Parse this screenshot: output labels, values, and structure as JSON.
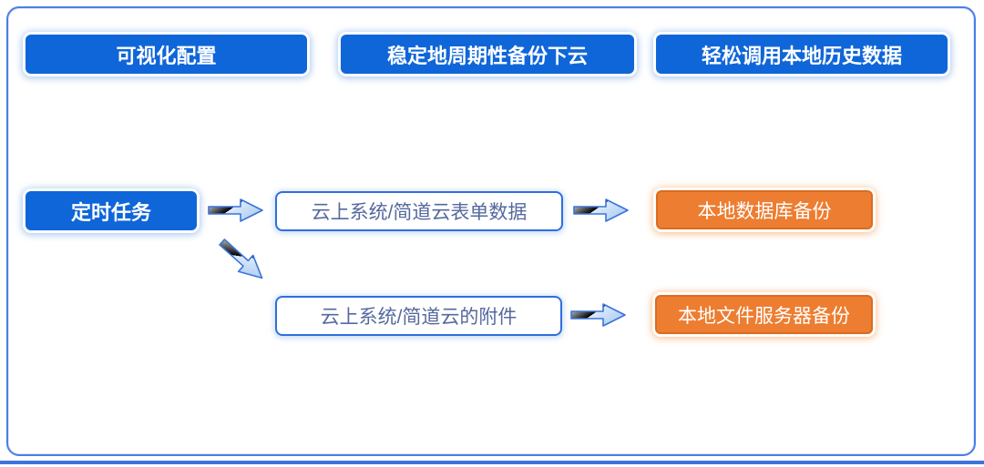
{
  "headers": [
    {
      "label": "可视化配置"
    },
    {
      "label": "稳定地周期性备份下云"
    },
    {
      "label": "轻松调用本地历史数据"
    }
  ],
  "flow": {
    "source_label": "定时任务",
    "rows": [
      {
        "input_label": "云上系统/简道云表单数据",
        "output_label": "本地数据库备份"
      },
      {
        "input_label": "云上系统/简道云的附件",
        "output_label": "本地文件服务器备份"
      }
    ]
  },
  "icons": {
    "right_arrow": "block-arrow-right",
    "diagonal_arrow": "block-arrow-down-right"
  },
  "colors": {
    "primary_blue": "#0F66D8",
    "frame_border_blue": "#4A7EE6",
    "white_box_border_blue": "#2E6FDE",
    "white_box_text": "#56699E",
    "accent_orange": "#ED7D31",
    "orange_border": "#DD6B1E",
    "arrow_fill_light": "#BDD7F5",
    "arrow_stroke": "#3B74D8",
    "bottom_line_blue": "#3E73DB",
    "background": "#FFFFFF"
  }
}
